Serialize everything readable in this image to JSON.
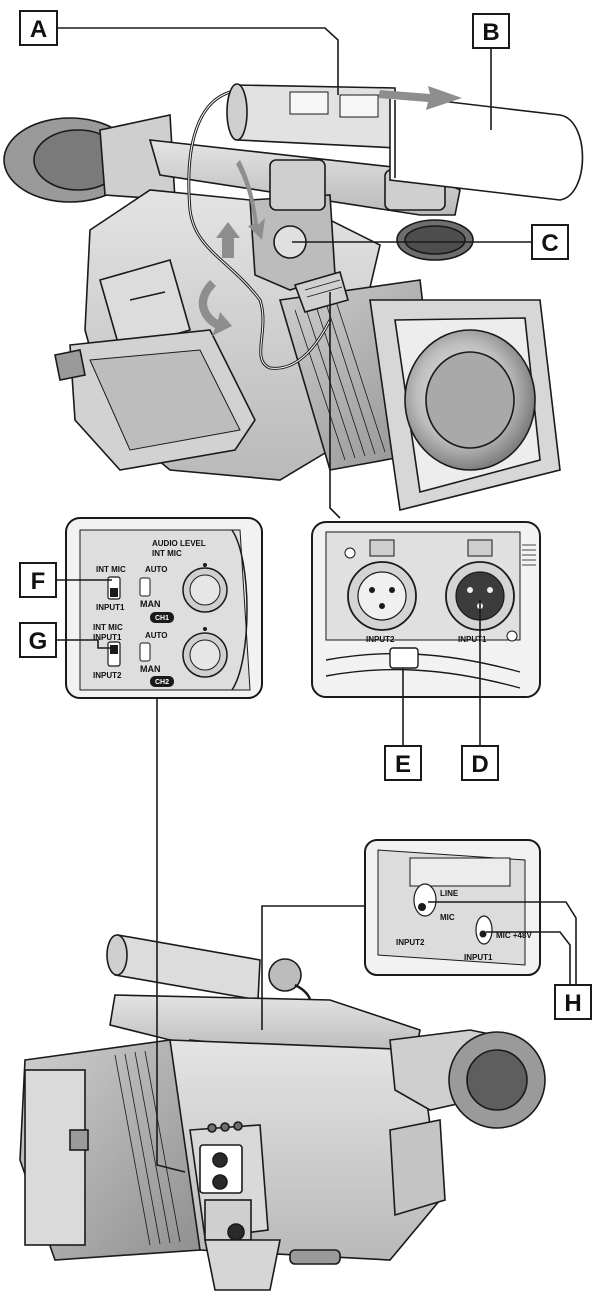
{
  "callouts": {
    "A": "A",
    "B": "B",
    "C": "C",
    "D": "D",
    "E": "E",
    "F": "F",
    "G": "G",
    "H": "H"
  },
  "panel_audio_level": {
    "header": "AUDIO LEVEL",
    "sub_header": "INT MIC",
    "ch1_selector_top": "INT MIC",
    "ch1_selector_bottom": "INPUT1",
    "ch2_selector_top": "INT MIC",
    "ch2_selector_mid": "INPUT1",
    "ch2_selector_bottom": "INPUT2",
    "auto_1": "AUTO",
    "man_1": "MAN",
    "auto_2": "AUTO",
    "man_2": "MAN",
    "ch1": "CH1",
    "ch2": "CH2"
  },
  "panel_inputs": {
    "input2": "INPUT2",
    "input1": "INPUT1"
  },
  "panel_switches": {
    "line": "LINE",
    "mic": "MIC",
    "mic_48v": "MIC +48V",
    "input2": "INPUT2",
    "input1": "INPUT1"
  },
  "colors": {
    "ink": "#1a1a1a",
    "body_gray": "#cfcfcf",
    "mid_gray": "#a8a8a8",
    "dark_gray": "#6e6e6e",
    "panel_gray": "#d9d9d9"
  }
}
